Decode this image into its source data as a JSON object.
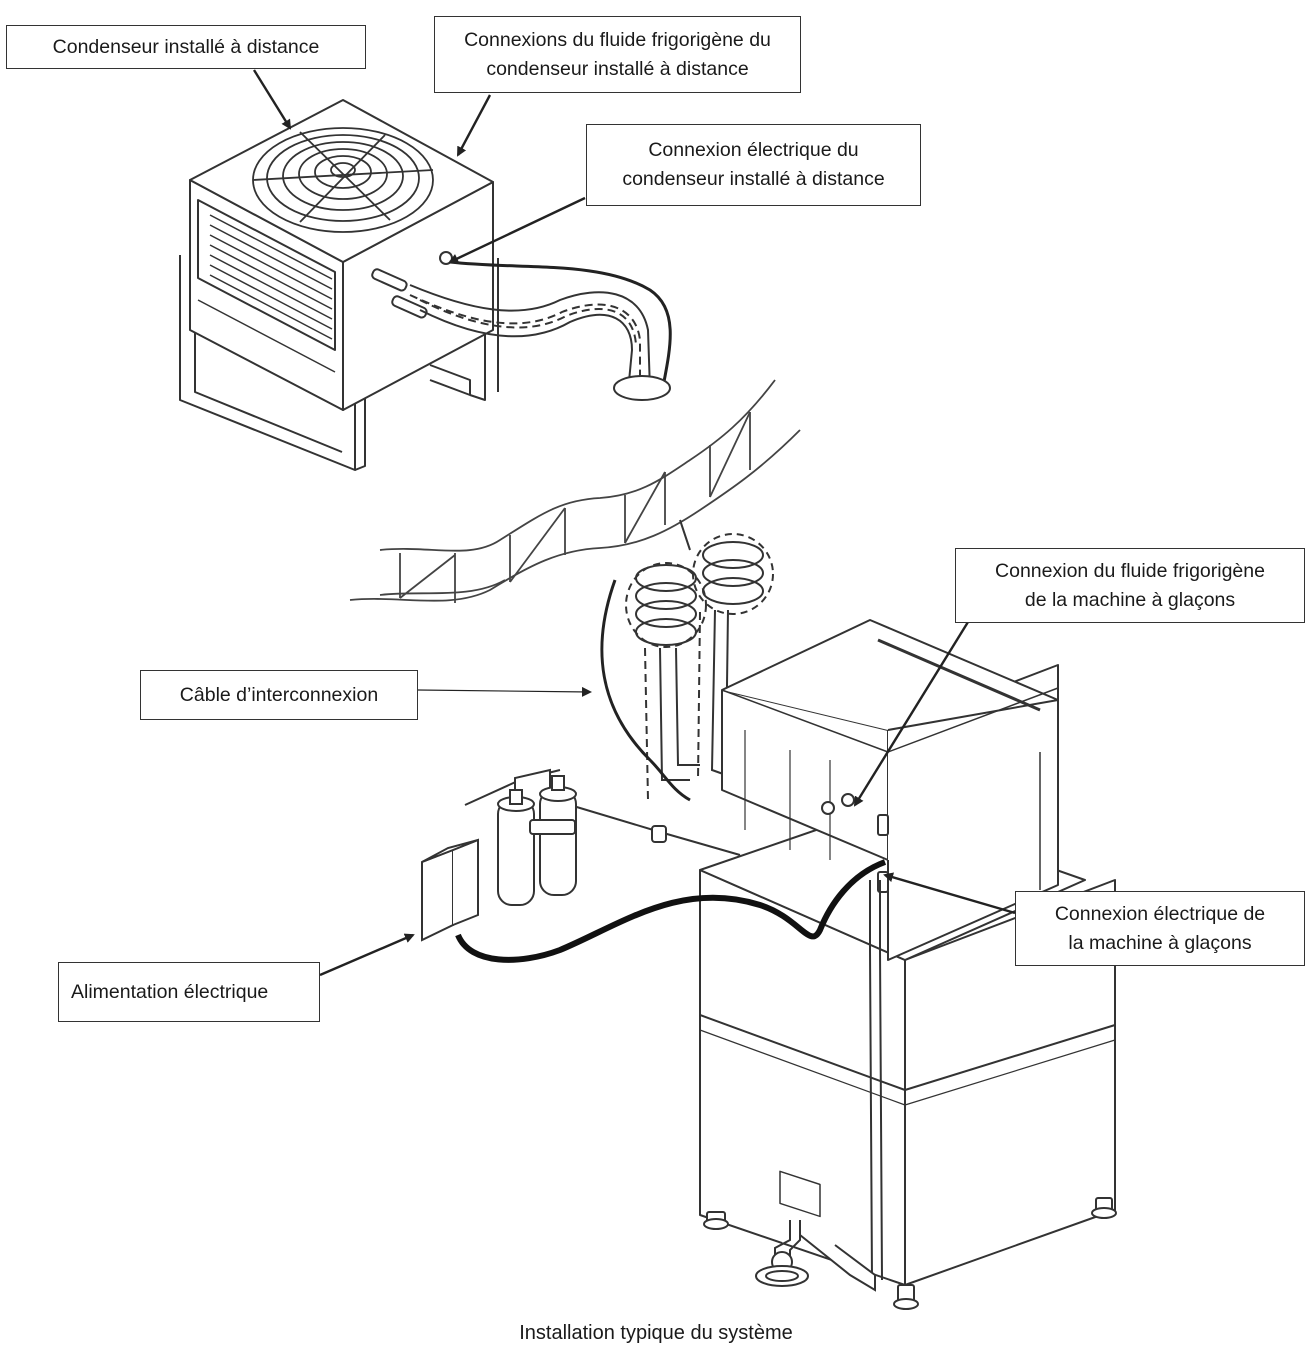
{
  "callouts": {
    "remote_condenser": "Condenseur installé à distance",
    "condenser_refrigerant_line1": "Connexions du fluide frigorigène du",
    "condenser_refrigerant_line2": "condenseur installé à distance",
    "condenser_electrical_line1": "Connexion électrique du",
    "condenser_electrical_line2": "condenseur installé à distance",
    "ice_machine_refrigerant_line1": "Connexion du fluide frigorigène",
    "ice_machine_refrigerant_line2": "de la machine à glaçons",
    "interconnect_cable": "Câble d’interconnexion",
    "ice_machine_electrical_line1": "Connexion électrique de",
    "ice_machine_electrical_line2": "la machine à glaçons",
    "power_supply": "Alimentation électrique"
  },
  "caption": "Installation typique du système"
}
